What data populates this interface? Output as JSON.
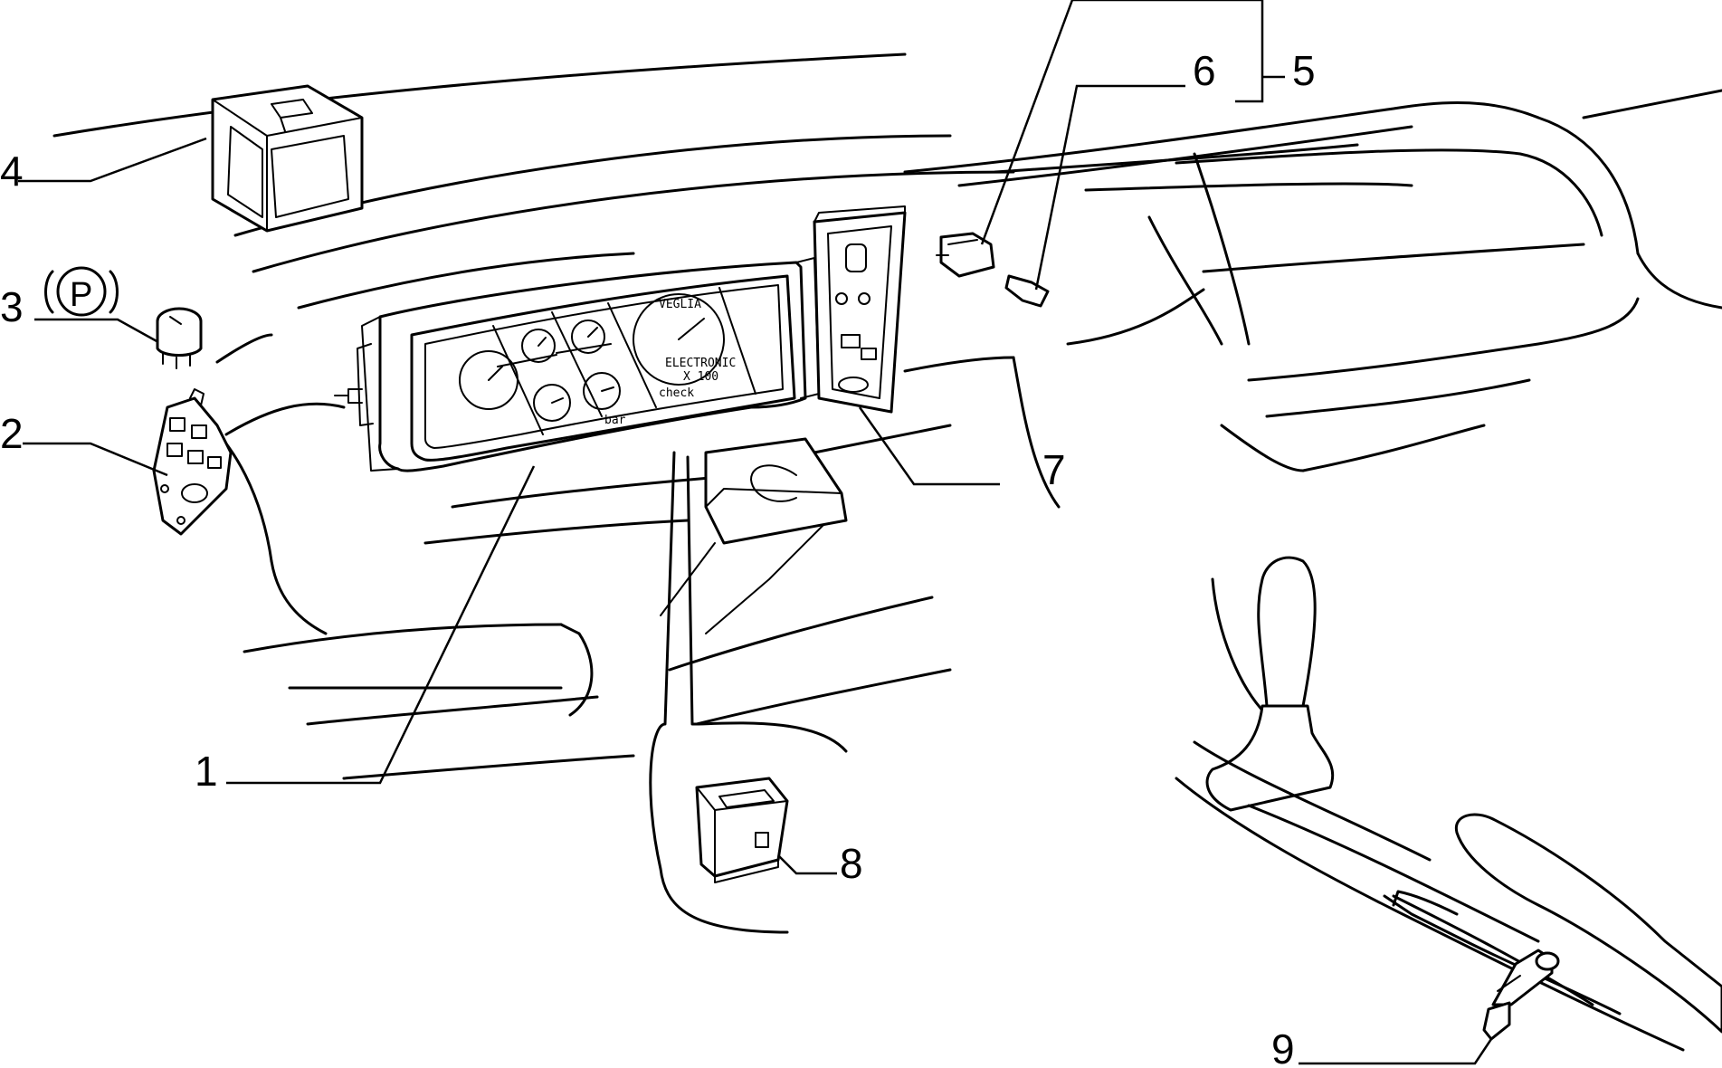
{
  "callouts": {
    "c1": "1",
    "c2": "2",
    "c3": "3",
    "c4": "4",
    "c5": "5",
    "c6": "6",
    "c7": "7",
    "c8": "8",
    "c9": "9"
  },
  "parking_symbol": "P",
  "cluster": {
    "gauge_title": "VEGLIA",
    "gauge_sub": "ELECTRONIC",
    "gauge_unit": "X 100",
    "check_label": "check",
    "bar_label": "bar"
  }
}
